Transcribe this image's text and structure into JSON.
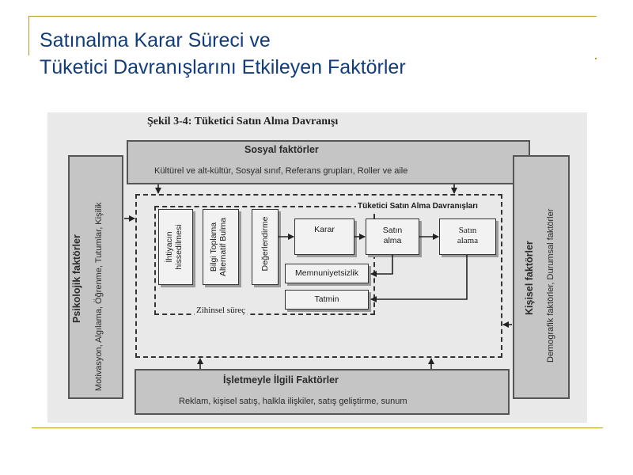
{
  "slide": {
    "title_line1": "Satınalma Karar Süreci ve",
    "title_line2": "Tüketici Davranışlarını Etkileyen Faktörler"
  },
  "figure": {
    "title": "Şekil 3-4: Tüketici Satın Alma Davranışı",
    "social": {
      "title": "Sosyal faktörler",
      "subtitle": "Kültürel ve alt-kültür, Sosyal sınıf, Referans grupları, Roller ve aile"
    },
    "psychological": {
      "title": "Psikolojik faktörler",
      "subtitle": "Motivasyon, Algılama, Öğrenme, Tutumlar, Kişilik"
    },
    "personal": {
      "title": "Kişisel faktörler",
      "subtitle": "Demografik faktörler, Durumsal faktörler"
    },
    "business": {
      "title": "İşletmeyle İlgili Faktörler",
      "subtitle": "Reklam, kişisel satış, halkla ilişkiler, satış geliştirme, sunum"
    },
    "behavior_label": "Tüketici Satın Alma Davranışları",
    "mental_label": "Zihinsel süreç",
    "steps": {
      "need_line1": "İhtiyacın",
      "need_line2": "hissedilmesi",
      "info_line1": "Bilgi Toplama",
      "info_line2": "Alternatif Bulma",
      "evaluate": "Değerlendirme",
      "decision": "Karar",
      "buy_line1": "Satın",
      "buy_line2": "alma",
      "after_line1": "Satın",
      "after_line2": "alama",
      "dissatisfaction": "Memnuniyetsizlik",
      "satisfaction": "Tatmin"
    }
  }
}
